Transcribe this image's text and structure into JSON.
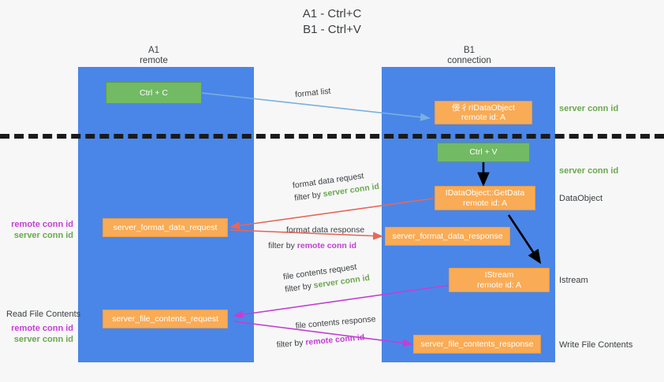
{
  "title": {
    "line1": "A1 - Ctrl+C",
    "line2": "B1 - Ctrl+V"
  },
  "lanes": [
    {
      "name": "A1",
      "sub": "remote"
    },
    {
      "name": "B1",
      "sub": "connection"
    }
  ],
  "boxes": {
    "ctrl_c": {
      "line1": "Ctrl + C"
    },
    "ole_dataobject": {
      "line1": "佞⼻rIDataObject",
      "line2": "remote id: A"
    },
    "ctrl_v": {
      "line1": "Ctrl + V"
    },
    "getdata": {
      "line1": "IDataObject::GetData",
      "line2": "remote id: A"
    },
    "istream": {
      "line1": "IStream",
      "line2": "remote id: A"
    },
    "format_data_request": {
      "line1": "server_format_data_request"
    },
    "format_data_response": {
      "line1": "server_format_data_response"
    },
    "file_contents_request": {
      "line1": "server_file_contents_request"
    },
    "file_contents_response": {
      "line1": "server_file_contents_response"
    }
  },
  "right_labels": {
    "server_conn_id_1": "server conn id",
    "server_conn_id_2": "server conn id",
    "dataobject": "DataObject",
    "istream": "Istream",
    "write_file_contents": "Write File Contents"
  },
  "left_labels": {
    "remote_conn_id_1": "remote conn id",
    "server_conn_id_1": "server conn id",
    "read_file_contents": "Read File Contents",
    "remote_conn_id_2": "remote conn id",
    "server_conn_id_2": "server conn id"
  },
  "arrow_labels": {
    "format_list": "format list",
    "format_data_request": {
      "main": "format data request",
      "prefix": "filter by ",
      "highlight": "server conn id"
    },
    "format_data_response": {
      "main": "format data response",
      "prefix": "filter by ",
      "highlight": "remote conn id"
    },
    "file_contents_request": {
      "main": "file contents request",
      "prefix": "filter by ",
      "highlight": "server conn id"
    },
    "file_contents_response": {
      "main": "file contents response",
      "prefix": "filter by ",
      "highlight": "remote conn id"
    }
  },
  "colors": {
    "lane": "#4a86e8",
    "green_box": "#72ba63",
    "orange_box": "#f9ab55",
    "green_text": "#6aa84f",
    "magenta_text": "#c23fd4",
    "blue_arrow": "#78b0e0",
    "red_arrow": "#e8665a",
    "magenta_arrow": "#c23fd4",
    "black_arrow": "#000000",
    "background": "#f7f7f7"
  }
}
